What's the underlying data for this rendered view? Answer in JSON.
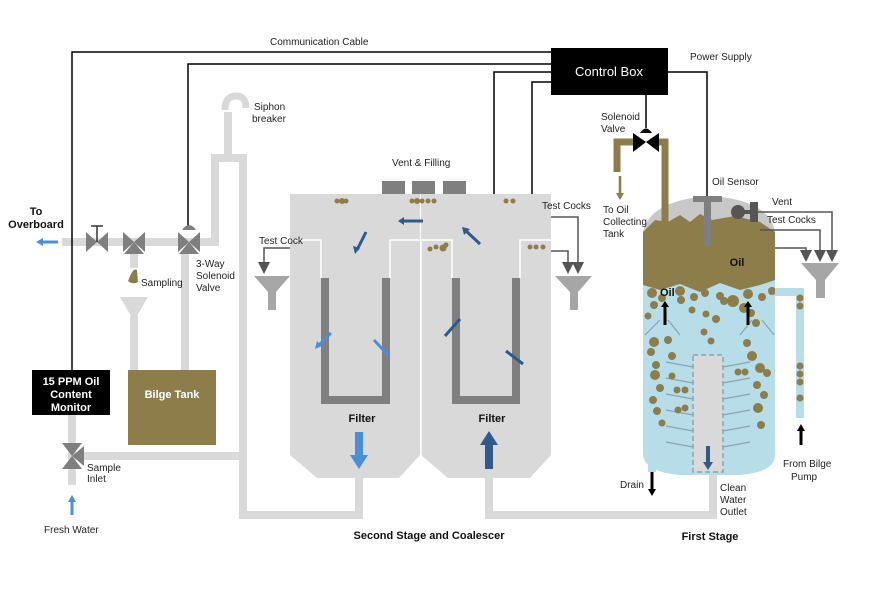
{
  "title": "Oily Water Separator System Diagram",
  "colors": {
    "pipe": "#d9d9d9",
    "oil": "#8c7d4b",
    "water": "#b7dde8",
    "control": "#000000",
    "valve": "#7f7f7f",
    "flow_light": "#4a8fd8",
    "flow_dark": "#2e5a8c"
  },
  "labels": {
    "communication_cable": "Communication Cable",
    "control_box": "Control Box",
    "power_supply": "Power Supply",
    "solenoid_valve_1": "Solenoid",
    "solenoid_valve_2": "Valve",
    "to_oil_1": "To Oil",
    "to_oil_2": "Collecting",
    "to_oil_3": "Tank",
    "oil_sensor": "Oil Sensor",
    "vent": "Vent",
    "test_cocks_right": "Test Cocks",
    "oil_top": "Oil",
    "oil_mid": "Oil",
    "from_bilge_1": "From Bilge",
    "from_bilge_2": "Pump",
    "drain": "Drain",
    "clean_1": "Clean",
    "clean_2": "Water",
    "clean_3": "Outlet",
    "first_stage": "First Stage",
    "siphon_1": "Siphon",
    "siphon_2": "breaker",
    "vent_filling": "Vent & Filling",
    "test_cock_left": "Test Cock",
    "test_cocks_mid": "Test Cocks",
    "filter_left": "Filter",
    "filter_right": "Filter",
    "second_stage": "Second Stage and Coalescer",
    "to_overboard_1": "To",
    "to_overboard_2": "Overboard",
    "sampling": "Sampling",
    "three_way_1": "3-Way",
    "three_way_2": "Solenoid",
    "three_way_3": "Valve",
    "ocm_1": "15 PPM Oil",
    "ocm_2": "Content",
    "ocm_3": "Monitor",
    "bilge_tank": "Bilge Tank",
    "sample_1": "Sample",
    "sample_2": "Inlet",
    "fresh_water": "Fresh Water"
  }
}
